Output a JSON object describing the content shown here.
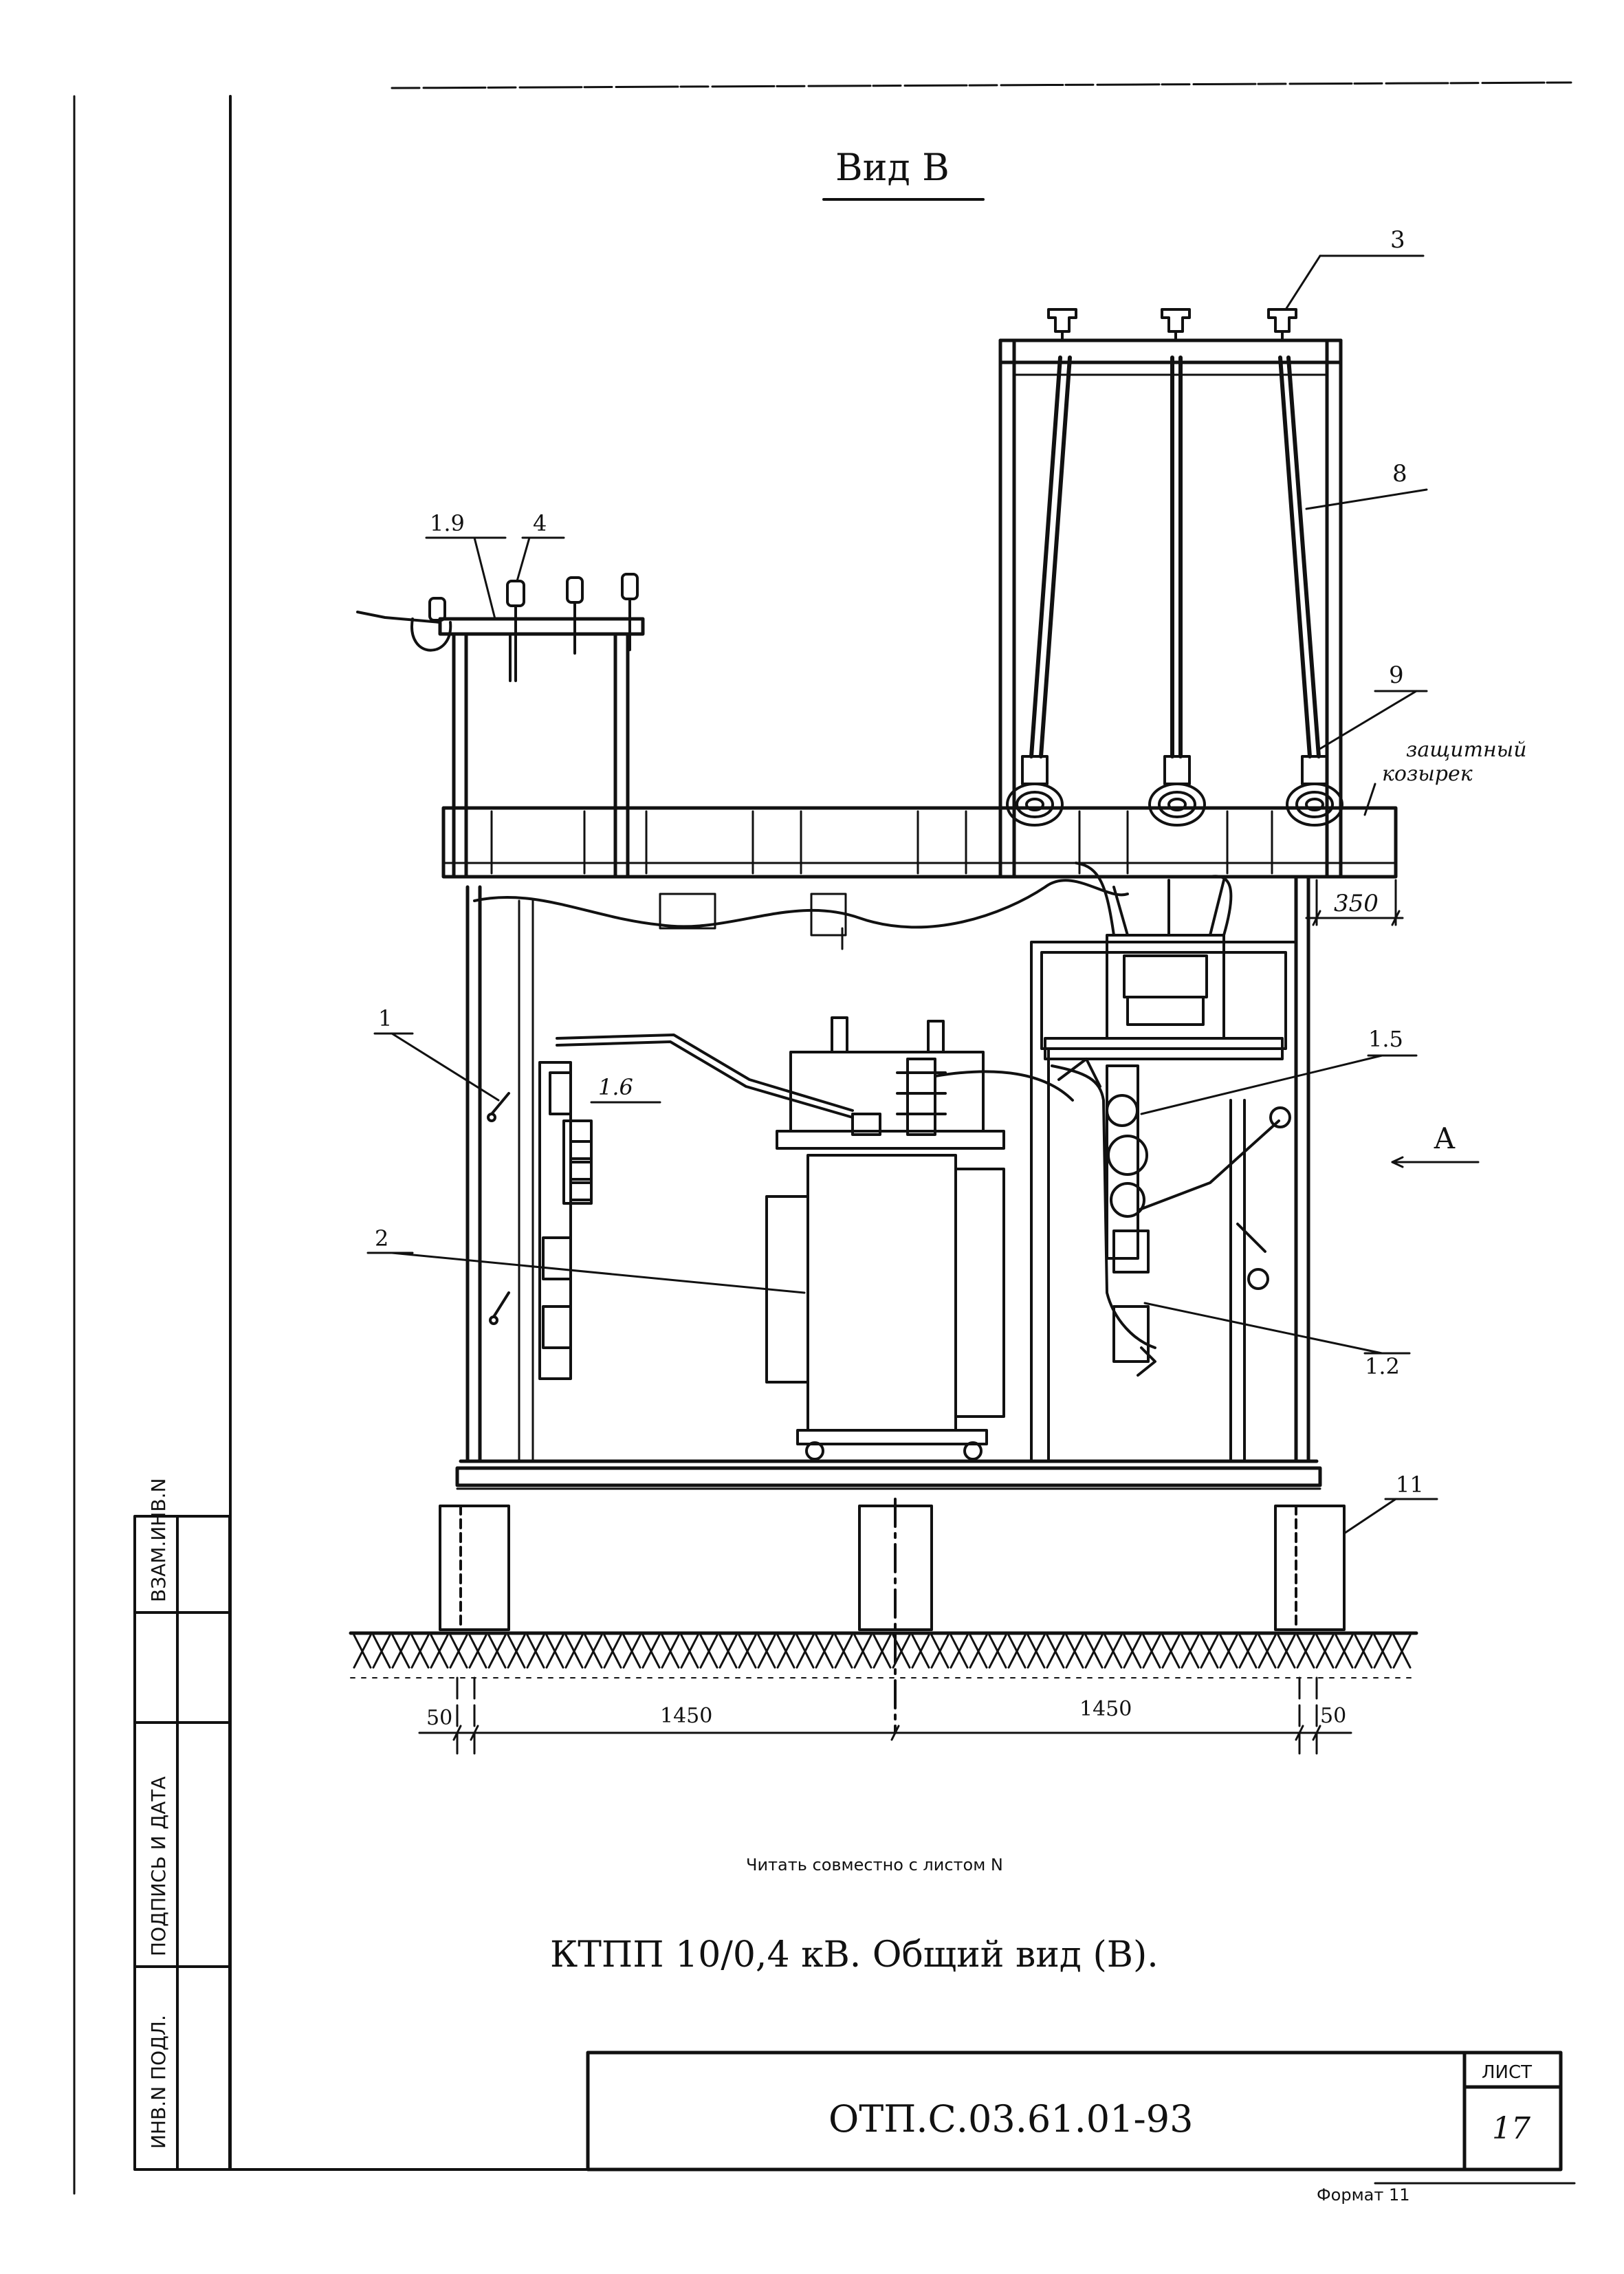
{
  "view_title": "Вид В",
  "callouts": {
    "c3": "3",
    "c19": "1.9",
    "c4": "4",
    "c8": "8",
    "c9": "9",
    "canopy_line1": "защитный",
    "canopy_line2": "козырек",
    "c1": "1",
    "c16": "1.6",
    "c15": "1.5",
    "c2": "2",
    "c12": "1.2",
    "c11": "11",
    "view_a": "А"
  },
  "dimensions": {
    "d350": "350",
    "d50_left": "50",
    "d1450_left": "1450",
    "d1450_right": "1450",
    "d50_right": "50"
  },
  "note": "Читать совместно с листом N",
  "caption": "КТПП 10/0,4 кВ. Общий вид (В).",
  "title_block": {
    "sheet_label": "ЛИСТ",
    "sheet_number": "17",
    "document_code": "ОТП.С.03.61.01-93"
  },
  "side_stamp": {
    "inv_podl": "ИНВ.N ПОДЛ.",
    "podpis_data": "ПОДПИСЬ И ДАТА",
    "vzam_inv": "ВЗАМ.ИНВ.N"
  },
  "format_label": "Формат 11"
}
